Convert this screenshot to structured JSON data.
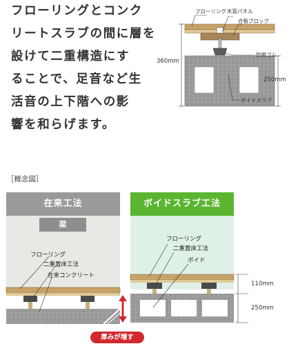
{
  "heading": {
    "lines": [
      "フローリングとコンク",
      "リートスラブの間に層を",
      "設けて二重構造にす",
      "ることで、足音など生",
      "活音の上下階への影",
      "響を和らげます。"
    ]
  },
  "top_diagram": {
    "labels": {
      "flooring": "フローリング",
      "wood_panel": "木質パネル",
      "plywood_block": "合板ブロック",
      "rubber": "防振ゴム",
      "void_slab": "ボイドスラブ"
    },
    "dims": {
      "total": "360mm",
      "slab": "250mm"
    }
  },
  "concept_label": "［概念図］",
  "left_panel": {
    "title": "在来工法",
    "beam": "梁",
    "labels": {
      "flooring": "フローリング",
      "double_floor": "二重置床工法",
      "concrete": "在来コンクリート"
    },
    "badge": "厚みが増す"
  },
  "right_panel": {
    "title": "ボイドスラブ工法",
    "labels": {
      "flooring": "フローリング",
      "double_floor": "二重置床工法",
      "void": "ボイド"
    },
    "dims": {
      "upper": "110mm",
      "slab": "250mm"
    }
  },
  "colors": {
    "grey_header": "#9a9a9a",
    "green_header": "#5bb531",
    "left_bg": "#e8e8e4",
    "right_bg": "#dff0e7",
    "wood": "#c8a46a",
    "badge": "#d1292d"
  }
}
